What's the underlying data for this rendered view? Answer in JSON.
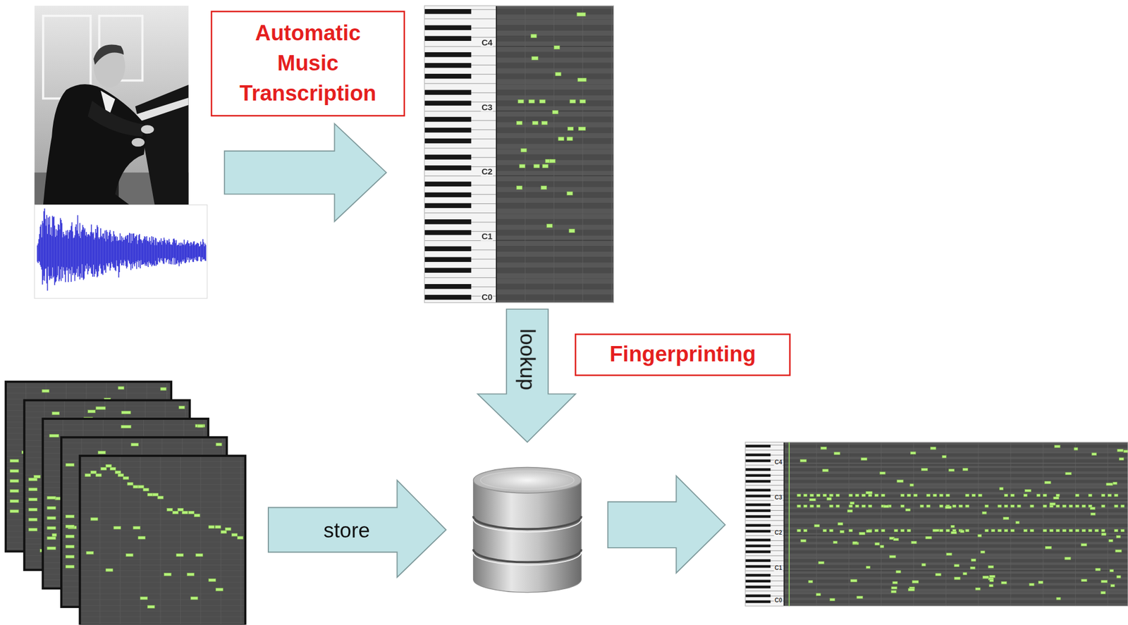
{
  "diagram": {
    "nodes": [
      {
        "text": [
          "Automatic Music Transcription"
        ]
      },
      {
        "text": [
          "Fingerprinting"
        ]
      }
    ],
    "labels": [
      "C4",
      "C3",
      "C2",
      "C1",
      "C0",
      "lookup",
      "store",
      "C4",
      "C3",
      "C2",
      "C1",
      "C0"
    ]
  }
}
